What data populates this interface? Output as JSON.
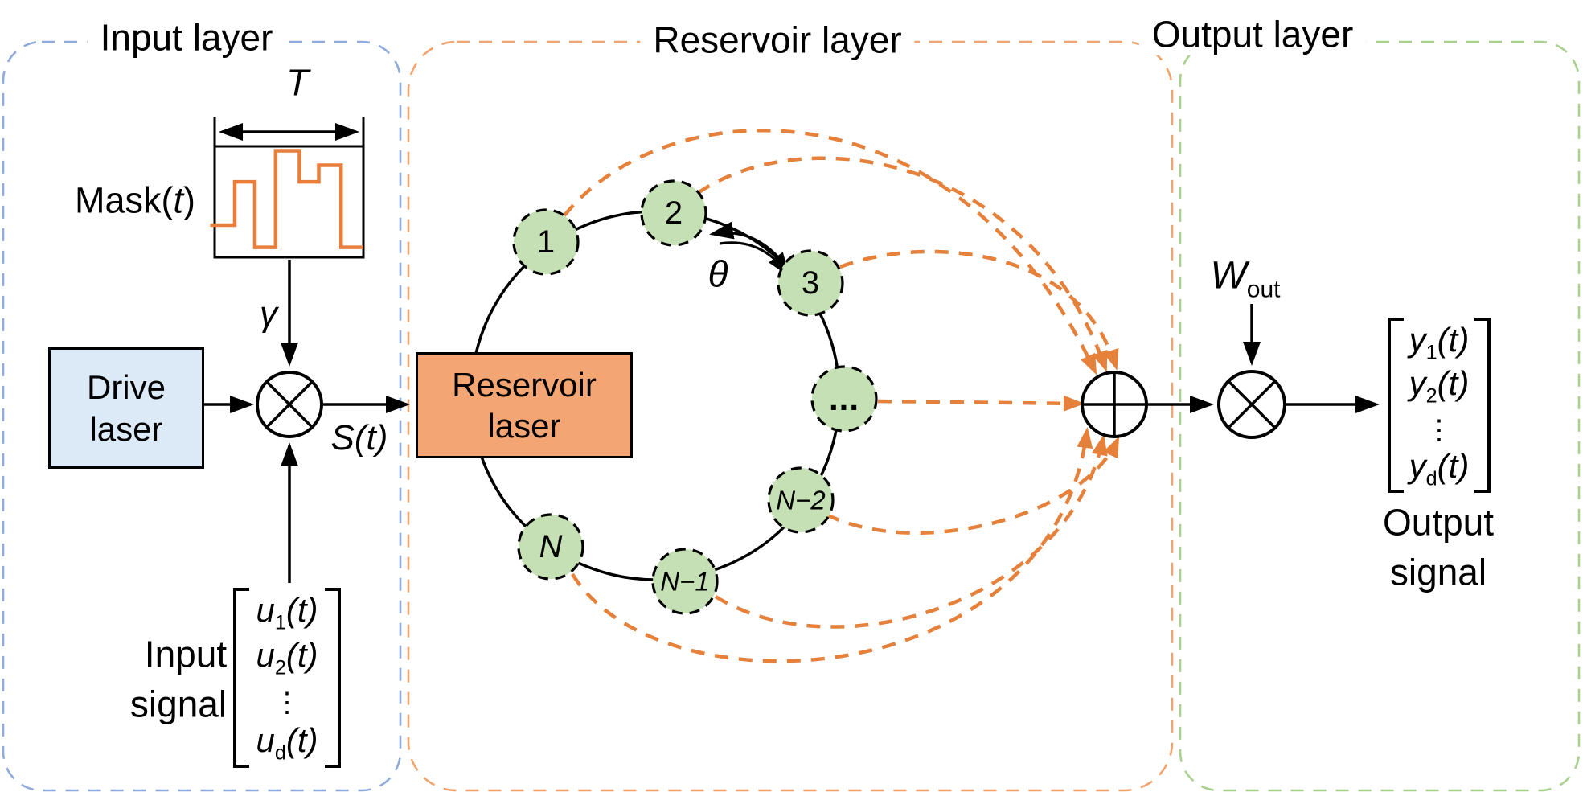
{
  "layers": [
    {
      "title": "Input layer",
      "border_color": "#8FAADC"
    },
    {
      "title": "Reservoir layer",
      "border_color": "#F0A470"
    },
    {
      "title": "Output layer",
      "border_color": "#A9D18E"
    }
  ],
  "input": {
    "period_label": "T",
    "mask_pre": "Mask(",
    "mask_var": "t",
    "mask_post": ")",
    "gamma_label": "γ",
    "drive_laser_line1": "Drive",
    "drive_laser_line2": "laser",
    "s_label": "S(t)",
    "input_signal_line1": "Input",
    "input_signal_line2": "signal",
    "vector_rows": [
      {
        "base": "u",
        "sub": "1",
        "var": "t"
      },
      {
        "base": "u",
        "sub": "2",
        "var": "t"
      },
      {
        "dots": true
      },
      {
        "base": "u",
        "sub": "d",
        "var": "t"
      }
    ],
    "mask_waveform": {
      "x_fractions": [
        -0.03,
        0.135,
        0.27,
        0.41,
        0.57,
        0.7,
        0.85,
        1.0
      ],
      "level_fractions": [
        0.71,
        0.32,
        0.91,
        0.04,
        0.32,
        0.17,
        0.91
      ]
    }
  },
  "reservoir": {
    "laser_line1": "Reservoir",
    "laser_line2": "laser",
    "nodes": [
      "1",
      "2",
      "3",
      "...",
      "N−2",
      "N−1",
      "N"
    ],
    "theta_label": "θ"
  },
  "output": {
    "weight_base": "W",
    "weight_sub": "out",
    "vector_rows": [
      {
        "base": "y",
        "sub": "1",
        "var": "t"
      },
      {
        "base": "y",
        "sub": "2",
        "var": "t"
      },
      {
        "dots": true
      },
      {
        "base": "y",
        "sub": "d",
        "var": "t"
      }
    ],
    "output_signal_line1": "Output",
    "output_signal_line2": "signal"
  },
  "colors": {
    "arc_orange": "#E5813B",
    "waveform_orange": "#E87E3C",
    "border_blue": "#8FAADC",
    "border_orange": "#F0A470",
    "border_green": "#A9D18E",
    "node_green": "#C5E0B4",
    "reservoir_box_fill": "#F3A673",
    "drive_box_fill": "#DCE9F6",
    "line_black": "#000000"
  }
}
